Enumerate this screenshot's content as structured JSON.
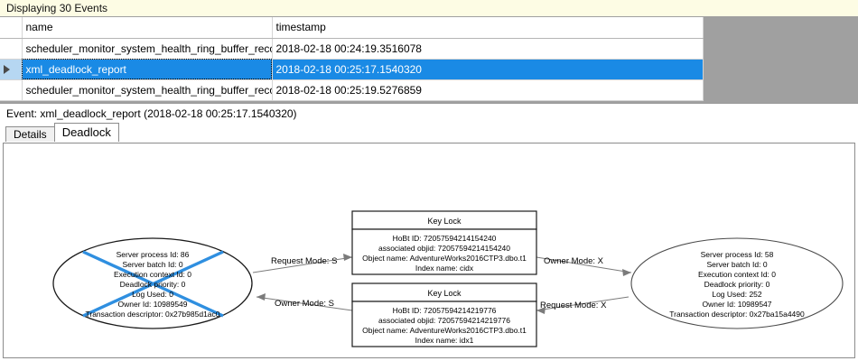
{
  "banner": {
    "text": "Displaying 30 Events"
  },
  "grid": {
    "columns": [
      "",
      "name",
      "timestamp"
    ],
    "rows": [
      {
        "selector": "",
        "name": "scheduler_monitor_system_health_ring_buffer_recorded",
        "timestamp": "2018-02-18 00:24:19.3516078",
        "selected": false
      },
      {
        "selector": "row-selector-arrow",
        "name": "xml_deadlock_report",
        "timestamp": "2018-02-18 00:25:17.1540320",
        "selected": true
      },
      {
        "selector": "",
        "name": "scheduler_monitor_system_health_ring_buffer_recorded",
        "timestamp": "2018-02-18 00:25:19.5276859",
        "selected": false
      }
    ]
  },
  "event_caption": {
    "text": "Event: xml_deadlock_report (2018-02-18 00:25:17.1540320)"
  },
  "tabs": [
    {
      "label": "Details",
      "active": false
    },
    {
      "label": "Deadlock",
      "active": true
    }
  ],
  "deadlock_graph": {
    "victim_process": {
      "lines": [
        "Server process Id: 86",
        "Server batch Id: 0",
        "Execution context Id: 0",
        "Deadlock priority: 0",
        "Log Used: 0",
        "Owner Id: 10989549",
        "Transaction descriptor: 0x27b985d1ac0"
      ],
      "is_victim": true,
      "victim_cross_color": "#2f8fe0"
    },
    "surviving_process": {
      "lines": [
        "Server process Id: 58",
        "Server batch Id: 0",
        "Execution context Id: 0",
        "Deadlock priority: 0",
        "Log Used: 252",
        "Owner Id: 10989547",
        "Transaction descriptor: 0x27ba15a4490"
      ],
      "is_victim": false
    },
    "resources": [
      {
        "title": "Key Lock",
        "lines": [
          "HoBt ID: 72057594214154240",
          "associated objid: 72057594214154240",
          "Object name: AdventureWorks2016CTP3.dbo.t1",
          "Index name: cidx"
        ]
      },
      {
        "title": "Key Lock",
        "lines": [
          "HoBt ID: 72057594214219776",
          "associated objid: 72057594214219776",
          "Object name: AdventureWorks2016CTP3.dbo.t1",
          "Index name: idx1"
        ]
      }
    ],
    "edges": [
      {
        "label": "Request Mode: S",
        "from": "victim_process",
        "to": "resource_0",
        "direction": "right"
      },
      {
        "label": "Owner Mode: X",
        "from": "resource_0",
        "to": "surviving_process",
        "direction": "right"
      },
      {
        "label": "Owner Mode: S",
        "from": "resource_1",
        "to": "victim_process",
        "direction": "left"
      },
      {
        "label": "Request Mode: X",
        "from": "surviving_process",
        "to": "resource_1",
        "direction": "left"
      }
    ]
  },
  "colors": {
    "banner_bg": "#fdfce4",
    "selection_blue": "#1a8ae5",
    "selector_blue": "#b6d7f2",
    "grid_backdrop": "#a0a0a0",
    "victim_cross": "#2f8fe0"
  }
}
